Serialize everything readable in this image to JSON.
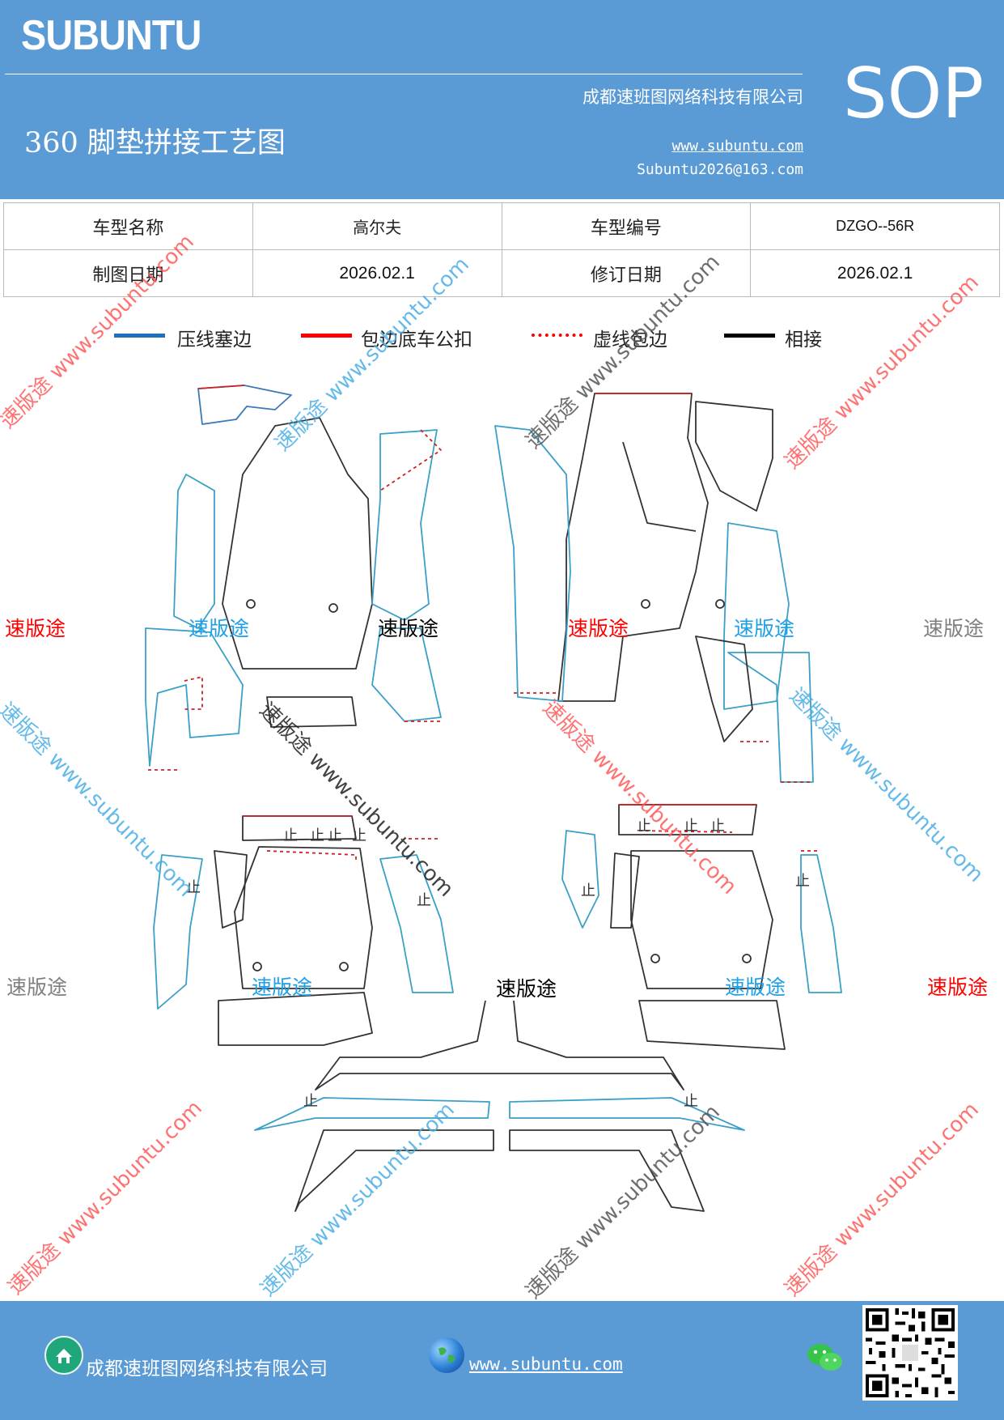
{
  "header": {
    "brand": "SUBUNTU",
    "doc_code": "SOP",
    "company": "成都速班图网络科技有限公司",
    "title": "360 脚垫拼接工艺图",
    "website": "www.subuntu.com",
    "email": "Subuntu2026@163.com",
    "background_color": "#5b9bd5"
  },
  "info_table": {
    "rows": [
      [
        "车型名称",
        "高尔夫",
        "车型编号",
        "DZGO--56R"
      ],
      [
        "制图日期",
        "2026.02.1",
        "修订日期",
        "2026.02.1"
      ]
    ]
  },
  "legend": [
    {
      "label": "压线塞边",
      "style": "solid",
      "color": "#1f6fbf"
    },
    {
      "label": "包边底车公扣",
      "style": "solid",
      "color": "#ff0000"
    },
    {
      "label": "虚线包边",
      "style": "dotted",
      "color": "#ff0000"
    },
    {
      "label": "相接",
      "style": "solid",
      "color": "#000000"
    }
  ],
  "watermarks": {
    "brand_short": "速版途",
    "brand_long": "速版途 www.subuntu.com",
    "colors": [
      "#ff0000",
      "#1ea0e6",
      "#000000",
      "#7f7f7f"
    ]
  },
  "piece_labels": {
    "stop_mark": "止"
  },
  "footer": {
    "company": "成都速班图网络科技有限公司",
    "website": "www.subuntu.com",
    "icons": [
      "home-icon",
      "globe-icon",
      "wechat-icon",
      "qr-code"
    ]
  }
}
